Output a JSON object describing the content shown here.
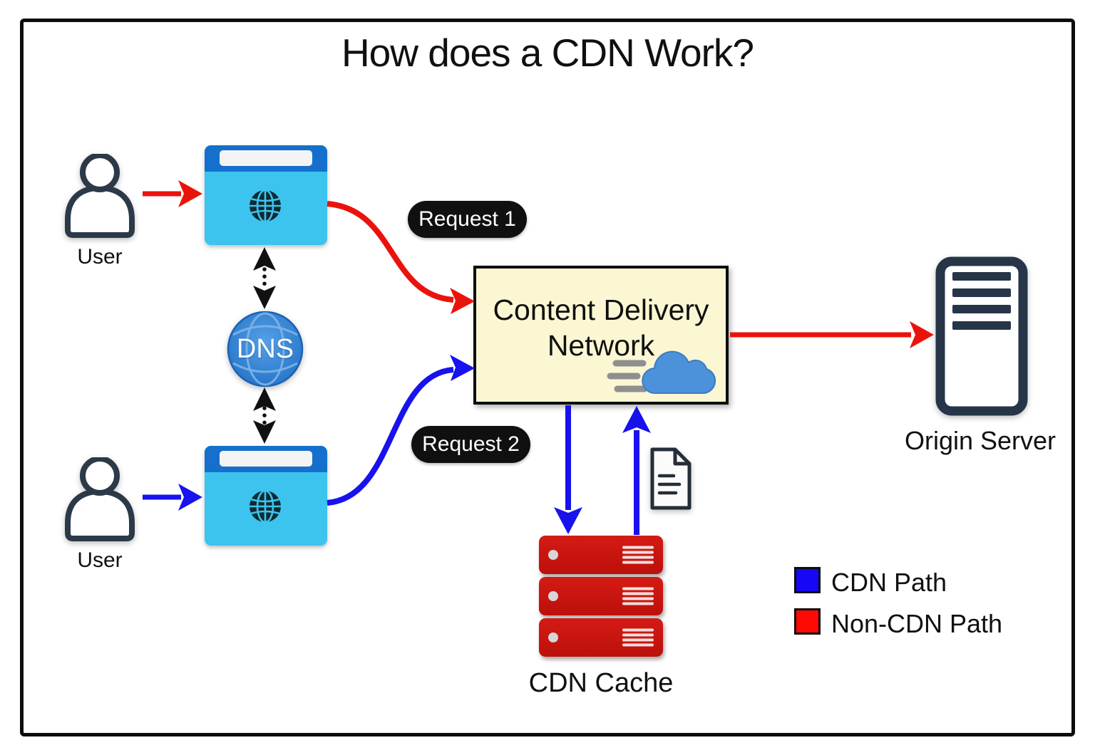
{
  "title": "How does a CDN Work?",
  "nodes": {
    "user_top": {
      "label": "User"
    },
    "user_bottom": {
      "label": "User"
    },
    "dns": {
      "label": "DNS"
    },
    "cdn": {
      "label": "Content Delivery\nNetwork"
    },
    "origin": {
      "label": "Origin Server"
    },
    "cache": {
      "label": "CDN Cache"
    }
  },
  "badges": {
    "request1": "Request 1",
    "request2": "Request 2"
  },
  "legend": {
    "items": [
      {
        "label": "CDN Path",
        "color": "#1607f5"
      },
      {
        "label": "Non-CDN Path",
        "color": "#fd0a06"
      }
    ]
  },
  "colors": {
    "cdn_path_blue": "#1712ee",
    "non_cdn_path_red": "#ea130c",
    "browser_header_blue": "#1470cc",
    "browser_body_cyan": "#3cc4ee",
    "dns_globe_blue": "#2f87d8",
    "cdn_box_fill_yellow": "#fbf7d3",
    "cache_server_red": "#ca1310",
    "origin_server_navy": "#273548",
    "badge_black": "#101010"
  }
}
